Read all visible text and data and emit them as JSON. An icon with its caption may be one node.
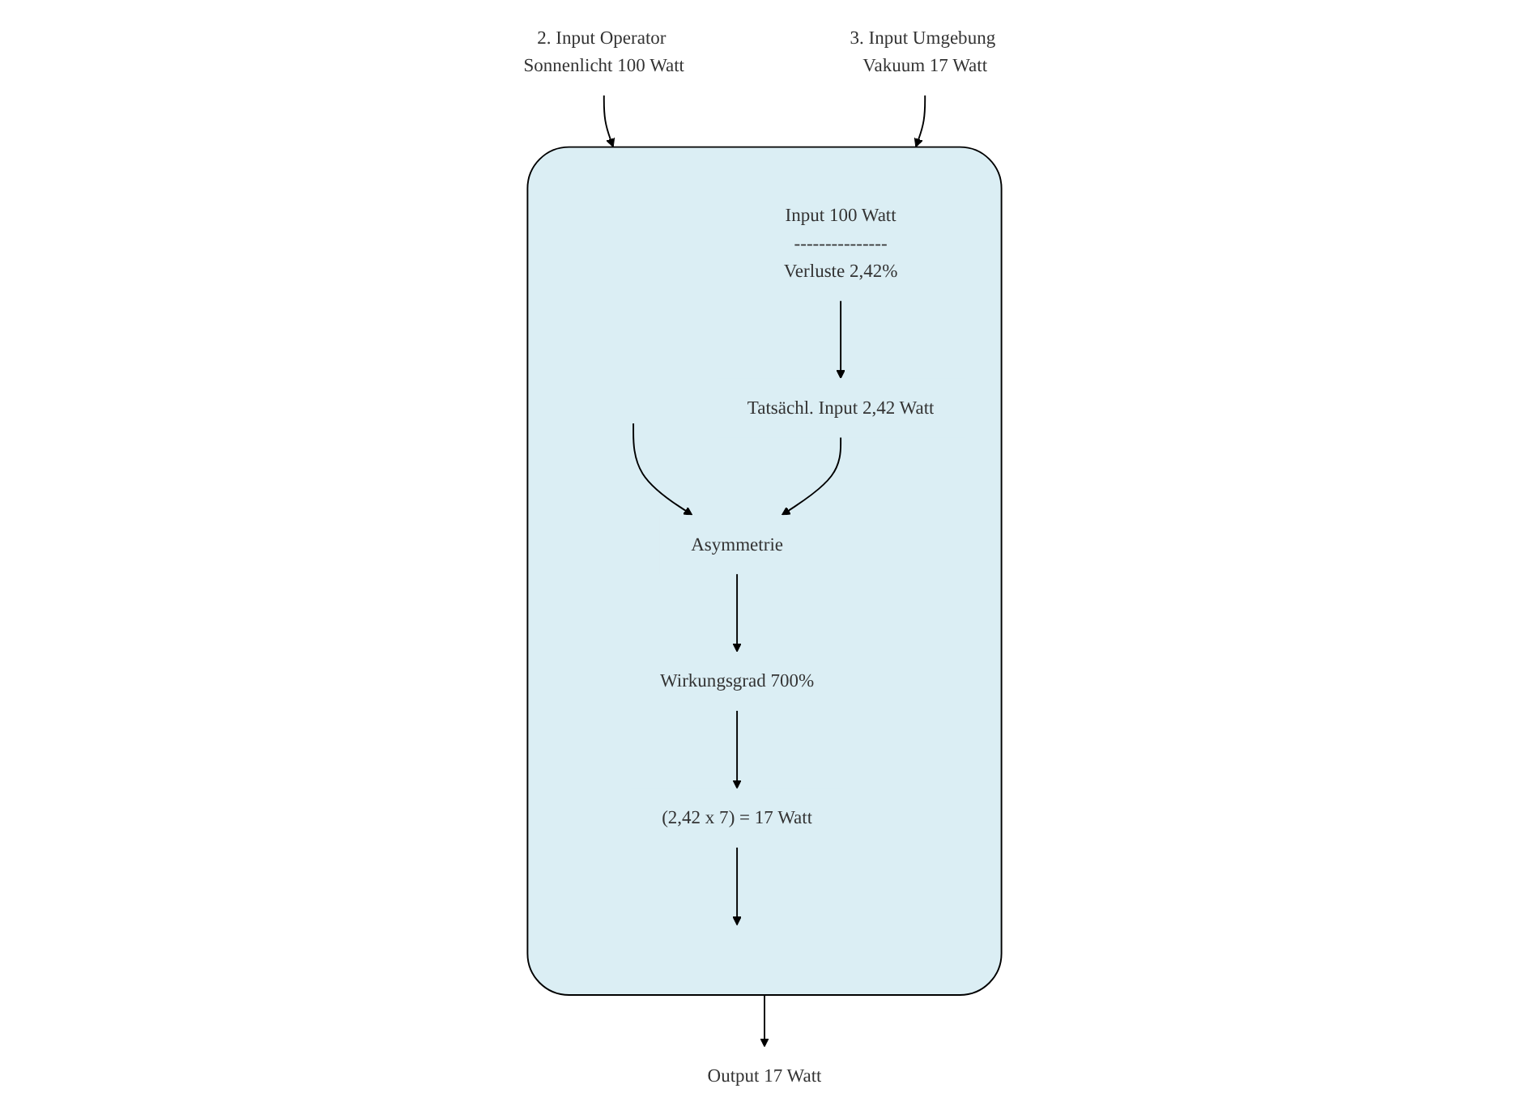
{
  "diagram": {
    "nodes": [
      {
        "text": [],
        "shape": "box"
      },
      {
        "text": [
          "2. Input Operator Sonnenlicht 100 Watt"
        ]
      },
      {
        "text": [
          "3. Input Umgebung Vakuum 17 Watt"
        ]
      },
      {
        "text": [
          "Input 100 Watt",
          "---------------",
          "Verluste 2,42%"
        ],
        "in": 0
      },
      {
        "text": [
          "Tatsächl. Input 2,42 Watt"
        ],
        "in": 0
      },
      {
        "text": [
          "Asymmetrie"
        ],
        "in": 0
      },
      {
        "text": [
          "Wirkungsgrad 700%"
        ],
        "in": 0
      },
      {
        "text": [
          "(2,42 x 7) = 17 Watt"
        ],
        "in": 0
      },
      {
        "text": [
          "Output 17 Watt"
        ]
      }
    ],
    "edges": [
      {
        "from": 1,
        "to": 0,
        "arrow": "to"
      },
      {
        "from": 2,
        "to": 0,
        "arrow": "to"
      },
      {
        "from": null,
        "to": 5,
        "arrow": "to"
      },
      {
        "from": 3,
        "to": 4,
        "arrow": "to"
      },
      {
        "from": 4,
        "to": 5,
        "arrow": "to"
      },
      {
        "from": 5,
        "to": 6,
        "arrow": "to"
      },
      {
        "from": 6,
        "to": 7,
        "arrow": "to"
      },
      {
        "from": 7,
        "to": null,
        "arrow": "to"
      },
      {
        "from": 0,
        "to": 8,
        "arrow": "to"
      }
    ]
  }
}
